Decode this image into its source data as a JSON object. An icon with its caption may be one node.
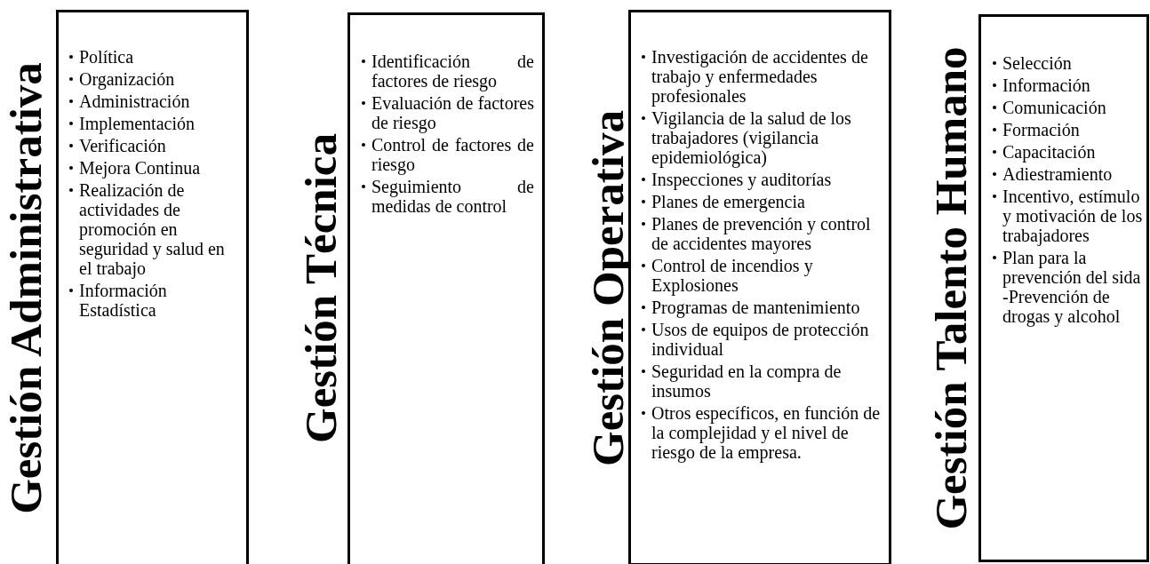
{
  "diagram": {
    "nodes": [
      {
        "text": [
          "Gestión Administrativa",
          "Política",
          "Organización",
          "Administración",
          "Implementación",
          "Verificación",
          "Mejora Continua",
          "Realización de actividades de promoción en seguridad y salud en el trabajo",
          "Información Estadística"
        ]
      },
      {
        "text": [
          "Gestión Técnica",
          "Identificación de factores de riesgo",
          "Evaluación de factores de riesgo",
          "Control de factores de riesgo",
          "Seguimiento de medidas de control"
        ]
      },
      {
        "text": [
          "Gestión Operativa",
          "Investigación de accidentes de trabajo y enfermedades profesionales",
          "Vigilancia de la salud de los trabajadores (vigilancia epidemiológica)",
          "Inspecciones y auditorías",
          "Planes de emergencia",
          "Planes de prevención y control de accidentes mayores",
          "Control de incendios y Explosiones",
          "Programas de mantenimiento",
          "Usos de equipos de protección individual",
          "Seguridad en la compra de insumos",
          "Otros específicos, en función de la complejidad y el nivel de riesgo de la empresa."
        ]
      },
      {
        "text": [
          "Gestión Talento Humano",
          "Selección",
          "Información",
          "Comunicación",
          "Formación",
          "Capacitación",
          "Adiestramiento",
          "Incentivo, estímulo y motivación de los trabajadores",
          "Plan para la prevención del sida -Prevención de drogas y alcohol"
        ]
      }
    ]
  }
}
